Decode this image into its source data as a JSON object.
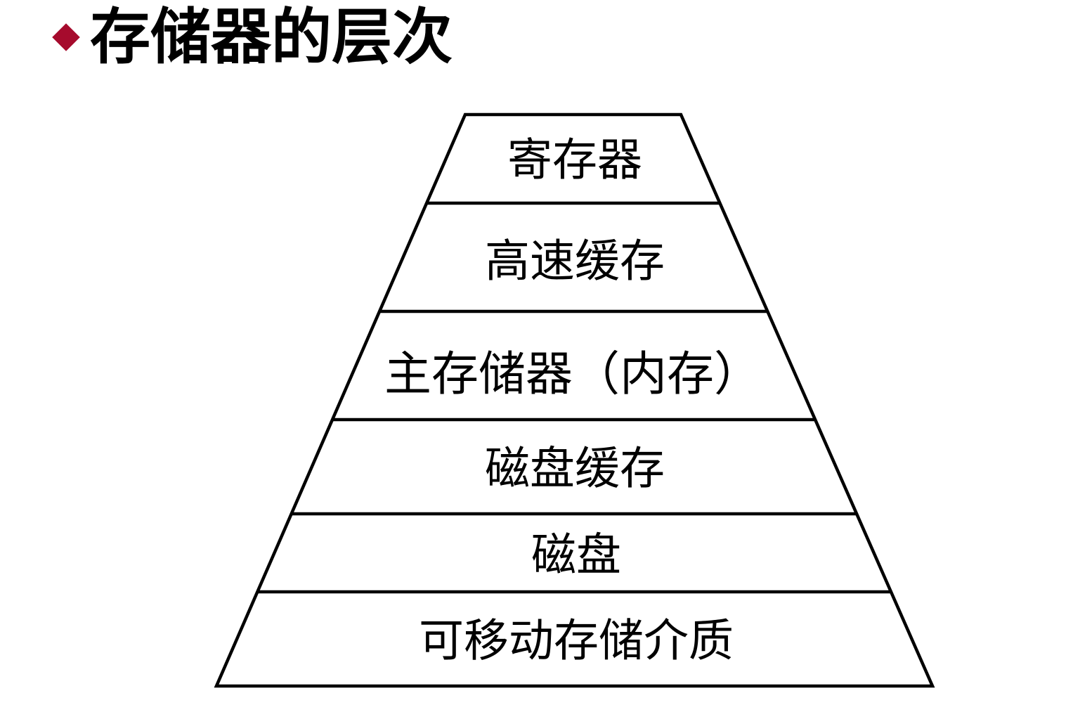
{
  "slide": {
    "title": "存储器的层次"
  },
  "pyramid": {
    "levels": [
      {
        "label": "寄存器",
        "highlighted": false
      },
      {
        "label": "高速缓存",
        "highlighted": false
      },
      {
        "label": "主存储器（内存）",
        "highlighted": true
      },
      {
        "label": "磁盘缓存",
        "highlighted": false
      },
      {
        "label": "磁盘",
        "highlighted": false
      },
      {
        "label": "可移动存储介质",
        "highlighted": false
      }
    ]
  },
  "colors": {
    "background": "#FFFFFF",
    "title_text": "#000000",
    "bullet_diamond": "#A60B2D",
    "outline": "#000000",
    "label_text": "#000000",
    "highlight_label": "#8E1616"
  }
}
